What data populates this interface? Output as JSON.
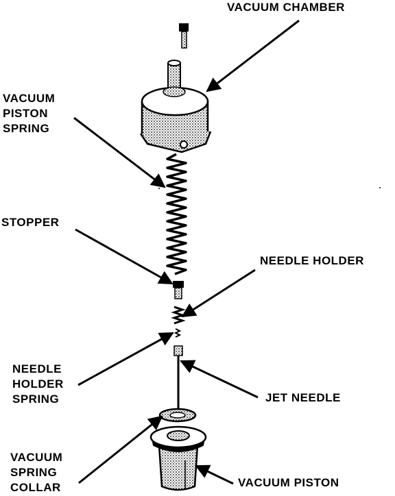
{
  "labels": {
    "vacuum_chamber": "VACUUM CHAMBER",
    "vacuum_piston_spring": [
      "VACUUM",
      "PISTON",
      "SPRING"
    ],
    "stopper": "STOPPER",
    "needle_holder": "NEEDLE HOLDER",
    "needle_holder_spring": [
      "NEEDLE",
      "HOLDER",
      "SPRING"
    ],
    "jet_needle": "JET NEEDLE",
    "vacuum_spring_collar": [
      "VACUUM",
      "SPRING",
      "COLLAR"
    ],
    "vacuum_piston": "VACUUM PISTON"
  },
  "colors": {
    "ink": "#000000",
    "paper": "#ffffff",
    "shade": "#4a4a4a"
  }
}
